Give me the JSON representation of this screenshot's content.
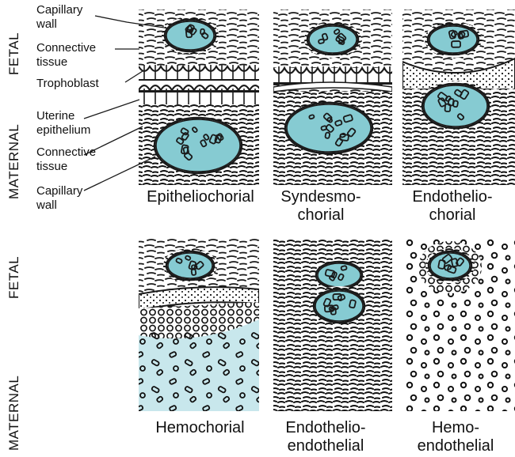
{
  "side_labels": {
    "fetal": "FETAL",
    "maternal": "MATERNAL"
  },
  "annotations": {
    "capillary_wall_fetal": [
      "Capillary",
      "wall"
    ],
    "connective_tissue_fetal": [
      "Connective",
      "tissue"
    ],
    "trophoblast": [
      "Trophoblast"
    ],
    "uterine_epithelium": [
      "Uterine",
      "epithelium"
    ],
    "connective_tissue_maternal": [
      "Connective",
      "tissue"
    ],
    "capillary_wall_maternal": [
      "Capillary",
      "wall"
    ]
  },
  "panels": [
    {
      "id": "epitheliochorial",
      "caption": [
        "Epitheliochorial"
      ]
    },
    {
      "id": "syndesmochorial",
      "caption": [
        "Syndesmo-",
        "chorial"
      ]
    },
    {
      "id": "endotheliochorial",
      "caption": [
        "Endothelio-",
        "chorial"
      ]
    },
    {
      "id": "hemochorial",
      "caption": [
        "Hemochorial"
      ]
    },
    {
      "id": "endothelioendothelial",
      "caption": [
        "Endothelio-",
        "endothelial"
      ]
    },
    {
      "id": "hemoendothelial",
      "caption": [
        "Hemo-",
        "endothelial"
      ]
    }
  ],
  "colors": {
    "capillary": "#86cbd2",
    "maternal_blood": "#c8e7ec",
    "tissue_line": "#1a1a1a",
    "background": "#ffffff"
  }
}
